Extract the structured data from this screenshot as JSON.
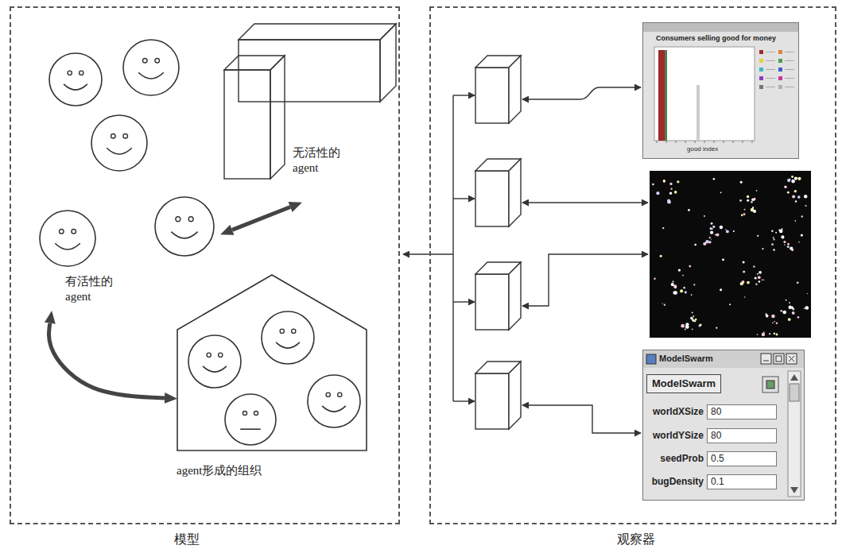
{
  "diagram": {
    "nodes": [
      {
        "text": [
          "模型"
        ]
      },
      {
        "text": [
          "无活性的 agent"
        ],
        "in": 0
      },
      {
        "text": [
          "有活性的 agent"
        ],
        "in": 0
      },
      {
        "text": [
          "agent形成的组织"
        ],
        "in": 0
      },
      {
        "text": [
          "观察器"
        ]
      },
      {
        "text": [
          "Consumers selling good for money",
          "good index"
        ],
        "in": 4
      },
      {
        "text": [
          "ModelSwarm",
          "ModelSwarm",
          "worldXSize",
          "80",
          "worldYSize",
          "80",
          "seedProb",
          "0.5",
          "bugDensity",
          "0.1"
        ],
        "in": 4
      }
    ],
    "edges": [
      {
        "from": 1,
        "to": 2,
        "arrow": "both"
      },
      {
        "from": 2,
        "to": 3,
        "arrow": "both"
      }
    ]
  }
}
